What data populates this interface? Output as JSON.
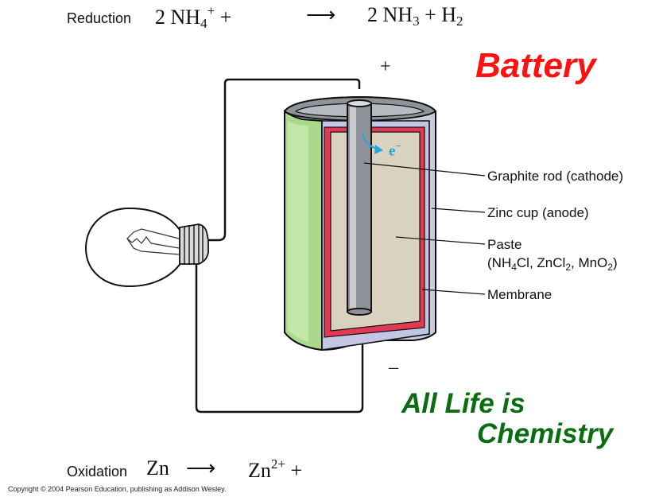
{
  "reduction": {
    "label": "Reduction",
    "coef": "2",
    "species1": "NH",
    "species1_sub": "4",
    "species1_sup": "+",
    "plus": "+",
    "arrow": "⟶",
    "coef2": "2",
    "product1": "NH",
    "product1_sub": "3",
    "plus2": "+",
    "product2": "H",
    "product2_sub": "2"
  },
  "oxidation": {
    "label": "Oxidation",
    "reactant": "Zn",
    "arrow": "⟶",
    "product": "Zn",
    "product_sup": "2+",
    "plus": "+"
  },
  "titles": {
    "battery": "Battery",
    "slogan_line1": "All Life is",
    "slogan_line2": "Chemistry"
  },
  "terminals": {
    "positive": "+",
    "negative": "–"
  },
  "electron_label": {
    "symbol": "e",
    "sup": "−"
  },
  "callouts": {
    "graphite": "Graphite rod (cathode)",
    "zinc": "Zinc cup (anode)",
    "paste": "Paste",
    "paste_formula_a": "(NH",
    "paste_formula_a_sub": "4",
    "paste_formula_b": "Cl, ZnCl",
    "paste_formula_b_sub": "2",
    "paste_formula_c": ", MnO",
    "paste_formula_c_sub": "2",
    "paste_formula_d": ")",
    "membrane": "Membrane"
  },
  "copyright": "Copyright © 2004 Pearson Education, publishing as Addison Wesley.",
  "colors": {
    "battery_title": "#ff1111",
    "slogan": "#0a6d12",
    "electron_arrow": "#2aa3d8",
    "zinc_outer": "#c9cdd9",
    "membrane": "#e23a55",
    "paste": "#d9d2bf",
    "green_face": "#a9d98a",
    "rod": "#8e9197"
  }
}
